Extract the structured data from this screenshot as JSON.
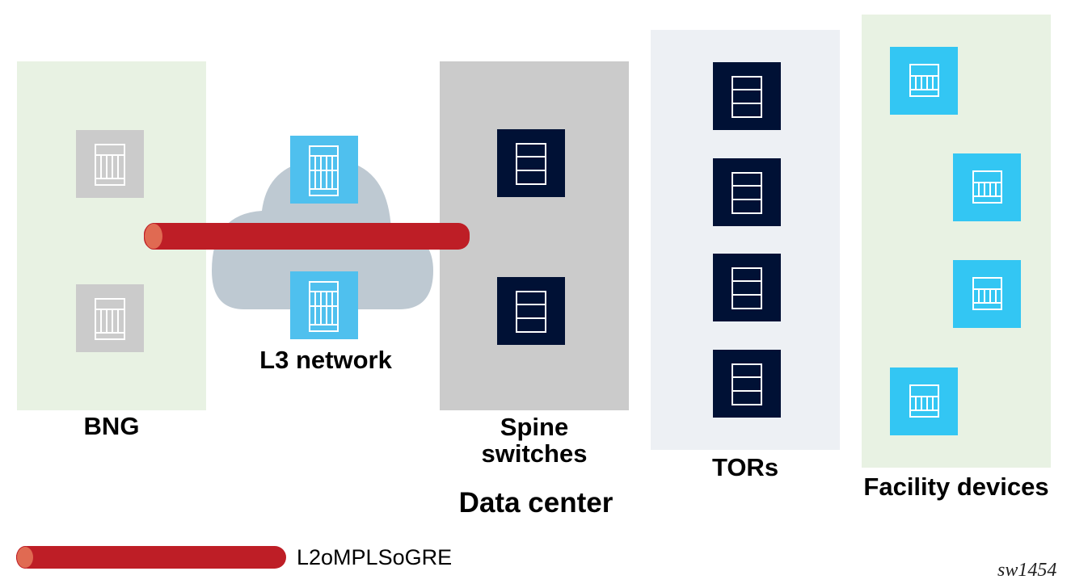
{
  "colors": {
    "bng_panel": "#e8f2e3",
    "spine_panel": "#cbcbcb",
    "tor_panel": "#edf0f4",
    "facility_panel": "#e8f2e3",
    "cloud": "#bec9d2",
    "router_gray": "#cbcbcb",
    "router_blue": "#4fc0ee",
    "facility_blue": "#33c6f3",
    "switch_navy": "#001135",
    "tunnel_red": "#be1e26",
    "tunnel_cap": "#e06a52"
  },
  "groups": {
    "bng": {
      "label": "BNG",
      "devices": [
        "router-gray",
        "router-gray"
      ]
    },
    "l3_network": {
      "label": "L3 network",
      "devices": [
        "router-blue",
        "router-blue"
      ]
    },
    "spine": {
      "label_line1": "Spine",
      "label_line2": "switches",
      "devices": [
        "switch",
        "switch"
      ]
    },
    "data_center": {
      "label": "Data center"
    },
    "tors": {
      "label": "TORs",
      "devices": [
        "switch",
        "switch",
        "switch",
        "switch"
      ]
    },
    "facility": {
      "label": "Facility devices",
      "devices": [
        "facility-device",
        "facility-device",
        "facility-device",
        "facility-device"
      ]
    }
  },
  "tunnel": {
    "from": "BNG",
    "to": "Spine switches",
    "type": "L2oMPLSoGRE"
  },
  "legend": {
    "items": [
      {
        "symbol": "red-tube",
        "label": "L2oMPLSoGRE"
      }
    ]
  },
  "figure_id": "sw1454"
}
